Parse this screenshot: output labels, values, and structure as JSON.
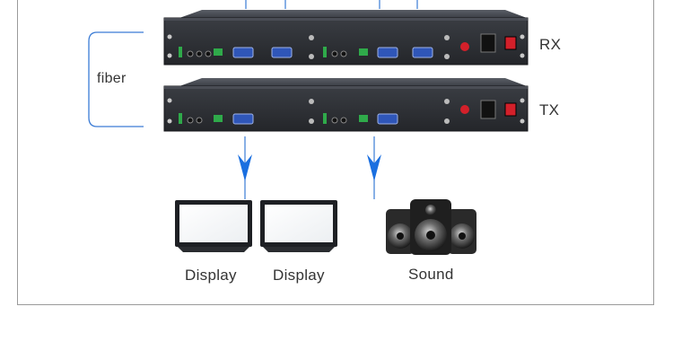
{
  "labels": {
    "fiber": "fiber",
    "rx": "RX",
    "tx": "TX",
    "display_1": "Display",
    "display_2": "Display",
    "sound": "Sound"
  },
  "colors": {
    "arrow": "#1a6fe0",
    "fiber_line": "#3a7bd5",
    "chassis": "#3a3d44",
    "panel": "#2c2e33",
    "vga_port": "#2f56b8",
    "terminal": "#2faa4a",
    "power_switch": "#d3202a",
    "frame": "#9a9a9a"
  },
  "icons": [
    "rx-unit-icon",
    "tx-unit-icon",
    "monitor-icon",
    "speaker-icon",
    "down-arrow-icon"
  ]
}
